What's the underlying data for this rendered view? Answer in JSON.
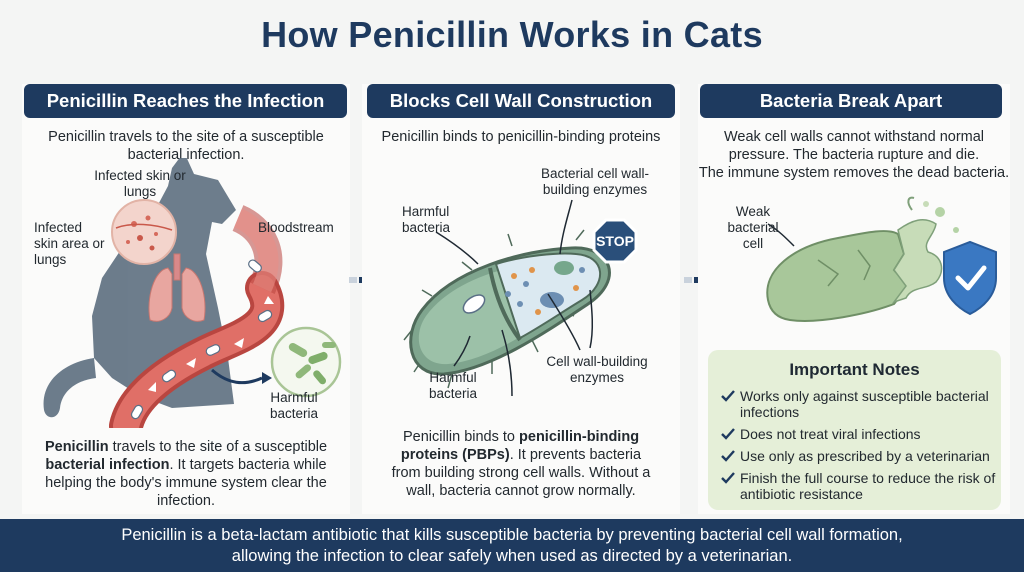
{
  "title": "How Penicillin Works in Cats",
  "panels": [
    {
      "header": "Penicillin Reaches the Infection",
      "intro": "Penicillin travels to the site of a susceptible bacterial infection.",
      "labels": {
        "infected_top": "Infected skin or lungs",
        "infected_left": "Infected skin area or lungs",
        "bloodstream": "Bloodstream",
        "harmful": "Harmful bacteria"
      },
      "body": {
        "p1_bold": "Penicillin",
        "p1": " travels to the site of a susceptible ",
        "p2_bold": "bacterial infection",
        "p2": ". It targets bacteria while helping the body's immune system clear the infection."
      }
    },
    {
      "header": "Blocks Cell Wall Construction",
      "intro": "Penicillin binds to penicillin-binding proteins",
      "labels": {
        "enzymes_top": "Bacterial cell wall-building enzymes",
        "harmful_top": "Harmful bacteria",
        "stop": "STOP",
        "enzymes_bottom": "Cell wall-building enzymes",
        "harmful_bottom": "Harmful bacteria"
      },
      "body": {
        "p1": "Penicillin binds to ",
        "p2_bold": "penicillin-binding proteins (PBPs)",
        "p3": ". It prevents bacteria from building strong cell walls. Without a wall, bacteria cannot grow normally."
      }
    },
    {
      "header": "Bacteria Break Apart",
      "intro_lines": [
        "Weak cell walls cannot withstand normal",
        "pressure. The bacteria rupture and die.",
        "The immune system removes the dead bacteria."
      ],
      "labels": {
        "weak": "Weak bacterial cell"
      }
    }
  ],
  "notes": {
    "title": "Important Notes",
    "items": [
      "Works only against susceptible bacterial infections",
      "Does not treat viral infections",
      "Use only as prescribed by a veterinarian",
      "Finish the full course to reduce the risk of antibiotic resistance"
    ]
  },
  "footer": {
    "line1": "Penicillin is a beta-lactam antibiotic that kills susceptible bacteria by preventing bacterial cell wall formation,",
    "line2": "allowing the infection to clear safely when used as directed by a veterinarian."
  },
  "colors": {
    "navy": "#1e3a5f",
    "blood_red": "#d9534f",
    "bacteria_green": "#8fb87a",
    "cat_gray": "#5d6f80",
    "notes_green": "#e5efd8",
    "shield_blue": "#3a78c2"
  }
}
